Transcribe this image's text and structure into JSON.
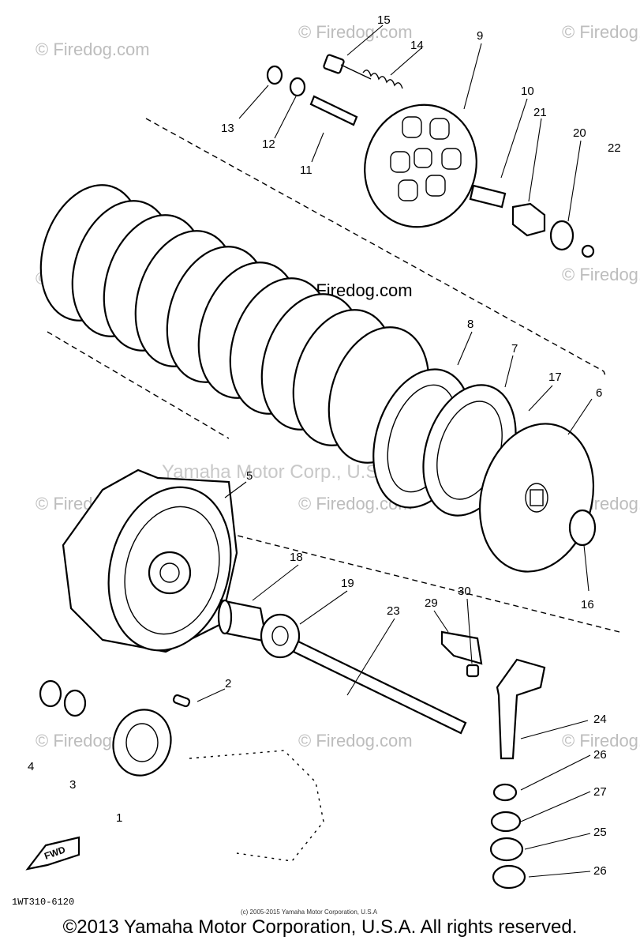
{
  "watermarks": {
    "firedog": "© Firedog.com",
    "corporate": "Yamaha Motor Corp., U.S.A."
  },
  "diagram_code": "1WT310-6120",
  "fwd_label": "FWD",
  "small_copyright": "(c) 2005-2015 Yamaha Motor Corporation, U.S.A",
  "copyright": "©2013 Yamaha Motor Corporation, U.S.A. All rights reserved.",
  "callouts": {
    "c1": "1",
    "c2": "2",
    "c3": "3",
    "c4": "4",
    "c5": "5",
    "c6": "6",
    "c7": "7",
    "c8": "8",
    "c9": "9",
    "c10": "10",
    "c11": "11",
    "c12": "12",
    "c13": "13",
    "c14": "14",
    "c15": "15",
    "c16": "16",
    "c17": "17",
    "c18": "18",
    "c19": "19",
    "c20": "20",
    "c21": "21",
    "c22": "22",
    "c23": "23",
    "c24": "24",
    "c25": "25",
    "c26a": "26",
    "c26b": "26",
    "c27": "27",
    "c29": "29",
    "c30": "30"
  }
}
